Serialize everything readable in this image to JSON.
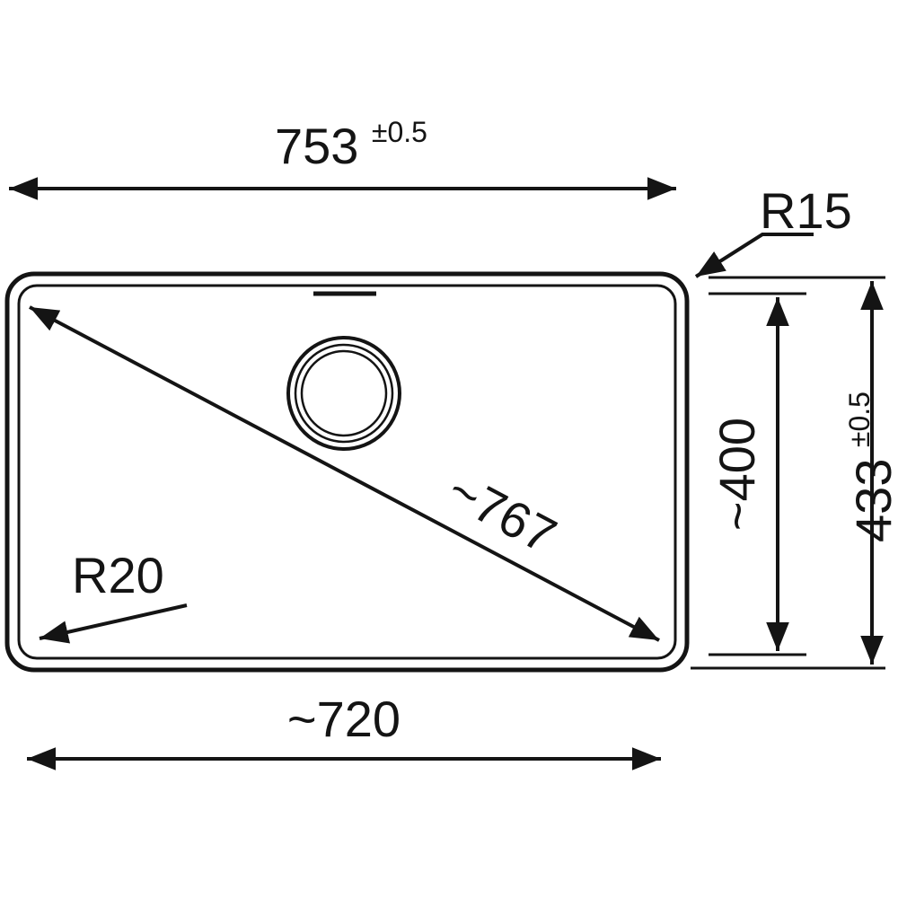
{
  "colors": {
    "line": "#141414",
    "background": "#ffffff"
  },
  "labels": {
    "width_top": {
      "value": "753",
      "tolerance": "±0.5"
    },
    "radius_top_right": "R15",
    "depth_inner": "~400",
    "depth_outer": {
      "value": "433",
      "tolerance": "±0.5"
    },
    "radius_bottom_left": "R20",
    "width_bottom": "~720",
    "diagonal": "~767"
  }
}
